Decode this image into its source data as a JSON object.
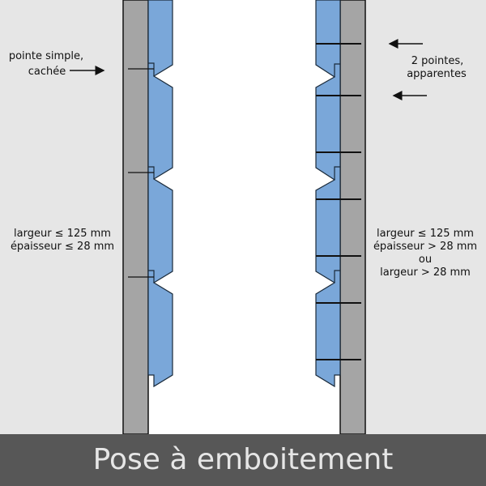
{
  "left": {
    "callout": [
      "pointe simple,",
      "cachée"
    ],
    "spec": [
      "largeur ≤ 125 mm",
      "épaisseur ≤ 28 mm"
    ]
  },
  "right": {
    "callout": [
      "2 pointes,",
      "apparentes"
    ],
    "spec": [
      "largeur ≤ 125 mm",
      "épaisseur > 28 mm",
      "ou",
      "largeur > 28 mm"
    ]
  },
  "title": "Pose à emboitement",
  "colors": {
    "panel": "#e6e6e6",
    "stud": "#a5a5a5",
    "board": "#7aa7d9",
    "banner": "#575757"
  }
}
